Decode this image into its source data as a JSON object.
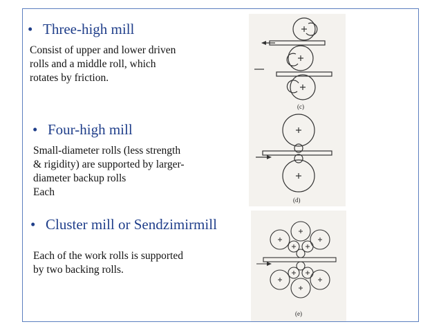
{
  "sections": [
    {
      "bullet": "•",
      "title": "Three-high mill",
      "lines": [
        "Consist of upper and lower driven",
        "rolls and a middle roll, which",
        "rotates by friction."
      ]
    },
    {
      "bullet": "•",
      "title": "Four-high mill",
      "lines": [
        "Small-diameter rolls (less strength",
        "& rigidity) are supported by larger-",
        "diameter backup rolls",
        "Each"
      ]
    },
    {
      "bullet": "•",
      "title": "Cluster mill or Sendzimirmill",
      "lines": [
        "Each of the work rolls is supported",
        "by two backing rolls."
      ]
    }
  ],
  "figures": {
    "c_caption": "(c)",
    "d_caption": "(d)",
    "e_caption": "(e)"
  },
  "colors": {
    "heading": "#1f3e8a",
    "border": "#5b7fbf"
  }
}
